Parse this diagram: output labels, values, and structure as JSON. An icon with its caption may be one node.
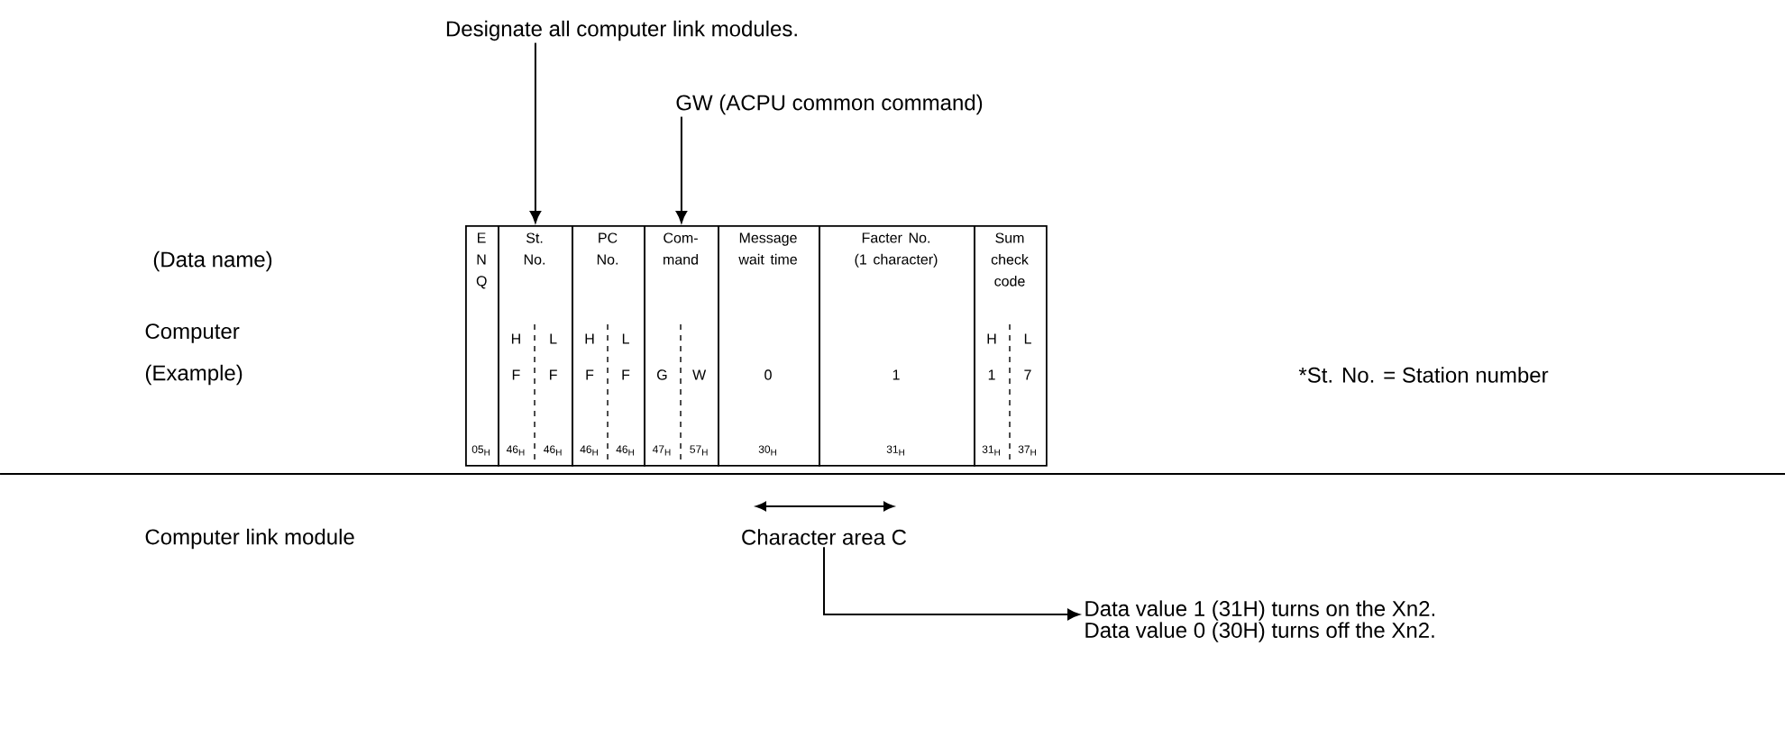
{
  "diagram": {
    "nodes": [
      {
        "text": [
          "E N Q",
          "05$_{H}$"
        ]
      },
      {
        "text": [
          "St. No.",
          "H",
          "L",
          "F",
          "F",
          "46$_{H}$",
          "46$_{H}$"
        ]
      },
      {
        "text": [
          "PC No.",
          "H",
          "L",
          "F",
          "F",
          "46$_{H}$",
          "46$_{H}$"
        ]
      },
      {
        "text": [
          "Com- mand",
          "G",
          "W",
          "47$_{H}$",
          "57$_{H}$"
        ]
      },
      {
        "text": [
          "Message wait time",
          "0",
          "30$_{H}$"
        ]
      },
      {
        "text": [
          "Facter No. (1 character)",
          "1",
          "31$_{H}$"
        ]
      },
      {
        "text": [
          "Sum check code",
          "H",
          "L",
          "1",
          "7",
          "31$_{H}$",
          "37$_{H}$"
        ]
      },
      {
        "text": [
          "Designate all computer link modules."
        ]
      },
      {
        "text": [
          "GW (ACPU common command)"
        ]
      },
      {
        "text": [
          "Character area C"
        ]
      },
      {
        "text": [
          "Data value 1 (31H) turns on the Xn2. Data value 0 (30H) turns off the Xn2."
        ]
      }
    ],
    "edges": [
      {
        "from": 7,
        "to": 1,
        "arrow": "to"
      },
      {
        "from": 8,
        "to": 3,
        "arrow": "to"
      },
      {
        "from": 9,
        "to": 10,
        "arrow": "to"
      }
    ],
    "labels": [
      "(Data name)",
      "Computer",
      "(Example)",
      "*St. No. = Station number",
      "Computer link module"
    ]
  }
}
